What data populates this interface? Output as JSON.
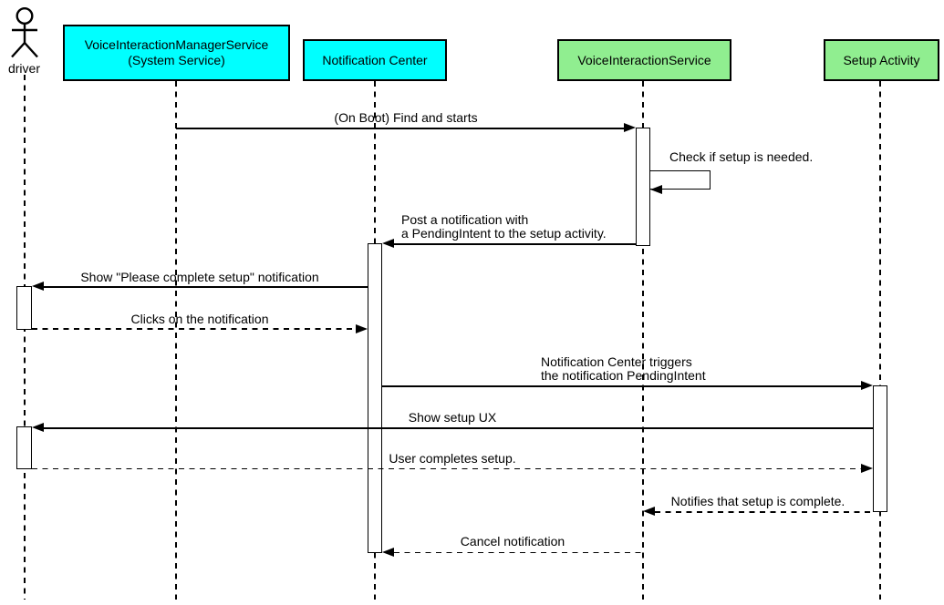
{
  "actor": {
    "label": "driver"
  },
  "participants": [
    {
      "label": "VoiceInteractionManagerService\n(System Service)",
      "fill": "#00FFFF"
    },
    {
      "label": "Notification Center",
      "fill": "#00FFFF"
    },
    {
      "label": "VoiceInteractionService",
      "fill": "#90EE90"
    },
    {
      "label": "Setup Activity",
      "fill": "#90EE90"
    }
  ],
  "messages": [
    {
      "text": "(On Boot) Find and starts",
      "from": "VoiceInteractionManagerService (System Service)",
      "to": "VoiceInteractionService",
      "line": "solid"
    },
    {
      "text": "Check if setup is needed.",
      "from": "VoiceInteractionService",
      "to": "VoiceInteractionService",
      "line": "solid"
    },
    {
      "text": "Post a notification with\na PendingIntent to the setup activity.",
      "from": "VoiceInteractionService",
      "to": "Notification Center",
      "line": "solid"
    },
    {
      "text": "Show \"Please complete setup\" notification",
      "from": "Notification Center",
      "to": "driver",
      "line": "solid"
    },
    {
      "text": "Clicks on the notification",
      "from": "driver",
      "to": "Notification Center",
      "line": "dashed"
    },
    {
      "text": "Notification Center triggers\nthe notification PendingIntent",
      "from": "Notification Center",
      "to": "Setup Activity",
      "line": "solid"
    },
    {
      "text": "Show setup UX",
      "from": "Setup Activity",
      "to": "driver",
      "line": "solid"
    },
    {
      "text": "User completes setup.",
      "from": "driver",
      "to": "Setup Activity",
      "line": "dashed"
    },
    {
      "text": "Notifies that setup is complete.",
      "from": "Setup Activity",
      "to": "VoiceInteractionService",
      "line": "dashed"
    },
    {
      "text": "Cancel notification",
      "from": "VoiceInteractionService",
      "to": "Notification Center",
      "line": "dashed"
    }
  ]
}
